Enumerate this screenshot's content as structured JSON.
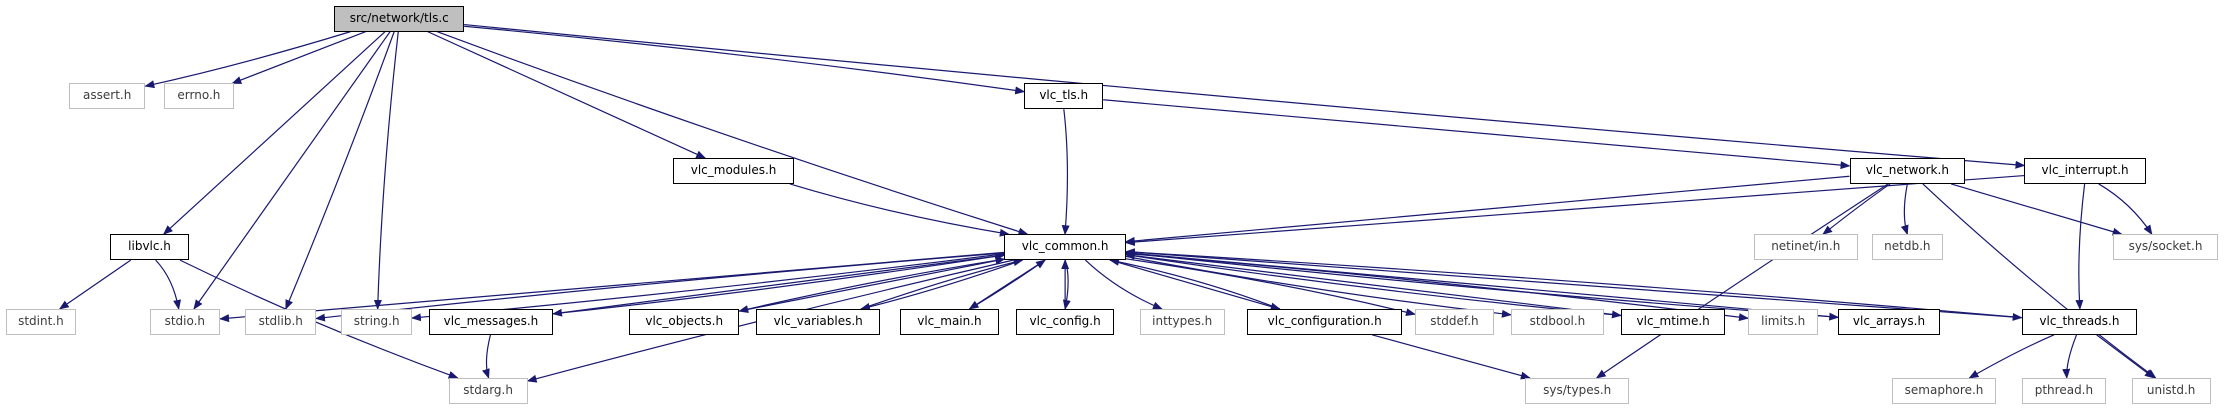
{
  "title": "src/network/tls.c",
  "colors": {
    "edge": "#191970",
    "project_border": "#000000",
    "system_border": "#bfbfbf",
    "root_fill": "#bfbfbf"
  },
  "nodes": {
    "tls_c": "src/network/tls.c",
    "assert_h": "assert.h",
    "errno_h": "errno.h",
    "vlc_tls_h": "vlc_tls.h",
    "vlc_interrupt_h": "vlc_interrupt.h",
    "vlc_modules_h": "vlc_modules.h",
    "vlc_network_h": "vlc_network.h",
    "libvlc_h": "libvlc.h",
    "vlc_common_h": "vlc_common.h",
    "netinet_in_h": "netinet/in.h",
    "netdb_h": "netdb.h",
    "sys_socket_h": "sys/socket.h",
    "stdint_h": "stdint.h",
    "stdio_h": "stdio.h",
    "stdlib_h": "stdlib.h",
    "string_h": "string.h",
    "vlc_messages_h": "vlc_messages.h",
    "vlc_objects_h": "vlc_objects.h",
    "vlc_variables_h": "vlc_variables.h",
    "vlc_main_h": "vlc_main.h",
    "vlc_config_h": "vlc_config.h",
    "inttypes_h": "inttypes.h",
    "vlc_configuration_h": "vlc_configuration.h",
    "stddef_h": "stddef.h",
    "stdbool_h": "stdbool.h",
    "vlc_mtime_h": "vlc_mtime.h",
    "limits_h": "limits.h",
    "vlc_arrays_h": "vlc_arrays.h",
    "vlc_threads_h": "vlc_threads.h",
    "stdarg_h": "stdarg.h",
    "sys_types_h": "sys/types.h",
    "semaphore_h": "semaphore.h",
    "pthread_h": "pthread.h",
    "unistd_h": "unistd.h"
  }
}
